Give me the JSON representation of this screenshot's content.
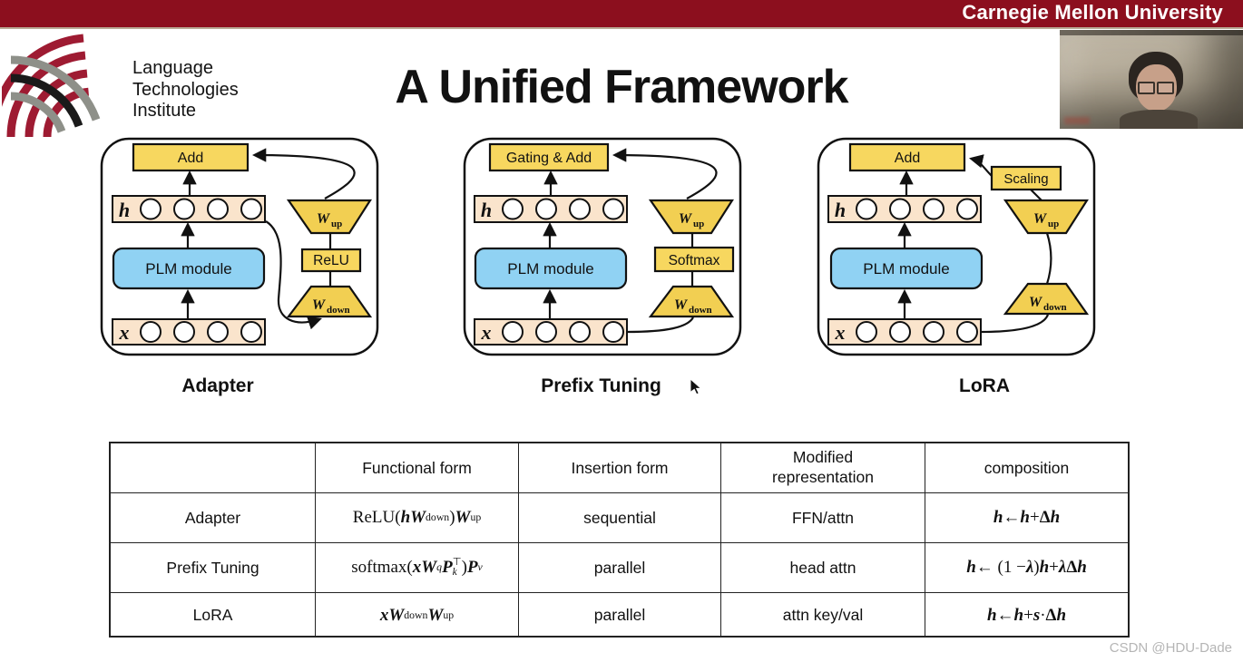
{
  "banner": {
    "university": "Carnegie Mellon University",
    "color": "#8C0F1E"
  },
  "logo": {
    "line1": "Language",
    "line2": "Technologies",
    "line3": "Institute",
    "crimson": "#9E1B32",
    "gray": "#8E9089",
    "black": "#1a1a1a"
  },
  "title": "A Unified Framework",
  "diagrams": {
    "shared": {
      "h_label": "h",
      "x_label": "x",
      "plm_label": "PLM module",
      "w_base": "W",
      "up_sub": "up",
      "down_sub": "down",
      "box_yellow": "#F7D75F",
      "trapezoid_yellow": "#F2CF52",
      "plm_blue": "#90D2F3",
      "row_peach": "#FAE4CC"
    },
    "adapter": {
      "name": "Adapter",
      "top_box": "Add",
      "activation_box": "ReLU"
    },
    "prefix_tuning": {
      "name": "Prefix Tuning",
      "top_box": "Gating & Add",
      "activation_box": "Softmax"
    },
    "lora": {
      "name": "LoRA",
      "top_box": "Add",
      "scaling_box": "Scaling"
    }
  },
  "table": {
    "headers": [
      "",
      "Functional form",
      "Insertion form",
      "Modified representation",
      "composition"
    ],
    "rows": [
      {
        "name": "Adapter",
        "functional_html": "<span class='fn'>ReLU(</span><span class='v'>h</span><span class='v'>W</span><sub>down</sub><span class='fn'>)</span><span class='v'>W</span><sub>up</sub>",
        "insertion": "sequential",
        "modified": "FFN/attn",
        "composition_html": "<span class='v'>h</span> ← <span class='v'>h</span> + <b>Δ</b><span class='v'>h</span>"
      },
      {
        "name": "Prefix Tuning",
        "functional_html": "<span class='fn'>softmax(</span><span class='v'>x</span><span class='v'>W</span><sub class='it'>q</sub><span class='v'>P</span><span class='stk'><span>⊤</span><span class='it'>k</span></span><span class='fn'>)</span><span class='v'>P</span><sub class='it'>v</sub>",
        "insertion": "parallel",
        "modified": "head attn",
        "composition_html": "<span class='v'>h</span> ← (1 − <span class='v'>λ</span>)<span class='v'>h</span> + <span class='v'>λ</span><b>Δ</b><span class='v'>h</span>"
      },
      {
        "name": "LoRA",
        "functional_html": "<span class='v'>x</span><span class='v'>W</span><sub>down</sub><span class='v'>W</span><sub>up</sub>",
        "insertion": "parallel",
        "modified": "attn key/val",
        "composition_html": "<span class='v'>h</span> ← <span class='v'>h</span> + <span class='v'>s</span> · <b>Δ</b><span class='v'>h</span>"
      }
    ]
  },
  "watermark": "CSDN @HDU-Dade"
}
